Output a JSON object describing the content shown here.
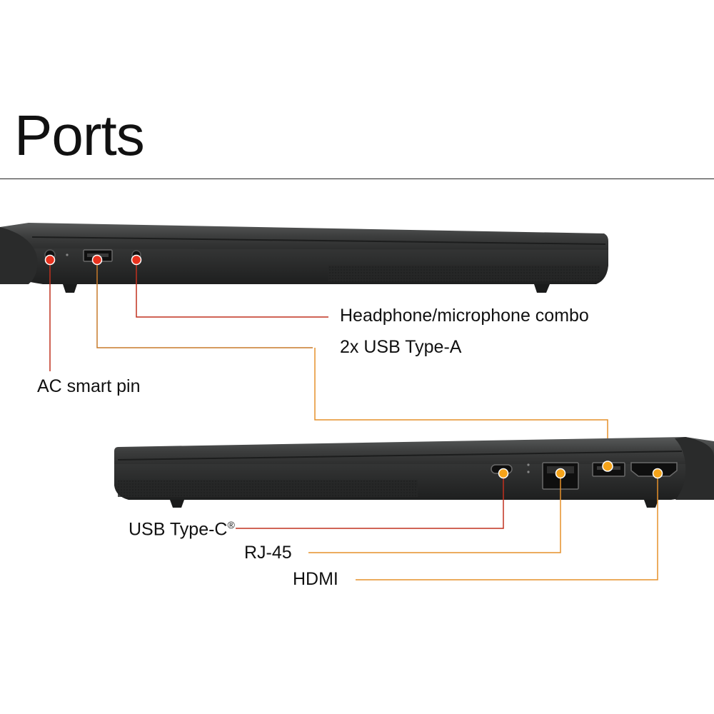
{
  "title": "Ports",
  "colors": {
    "callout_red": "#c0301e",
    "callout_orange": "#e5902a",
    "marker_red": "#e8321e",
    "marker_orange": "#f5a31a",
    "laptop_body": "#3c3d3d",
    "laptop_dark": "#242525"
  },
  "left_side": {
    "ports": {
      "ac_smart_pin": "AC smart pin",
      "usb_type_a": "2x USB Type-A",
      "headphone_combo": "Headphone/microphone combo"
    }
  },
  "right_side": {
    "ports": {
      "usb_type_c": "USB Type-C",
      "usb_type_c_mark": "®",
      "rj45": "RJ-45",
      "hdmi": "HDMI"
    }
  }
}
